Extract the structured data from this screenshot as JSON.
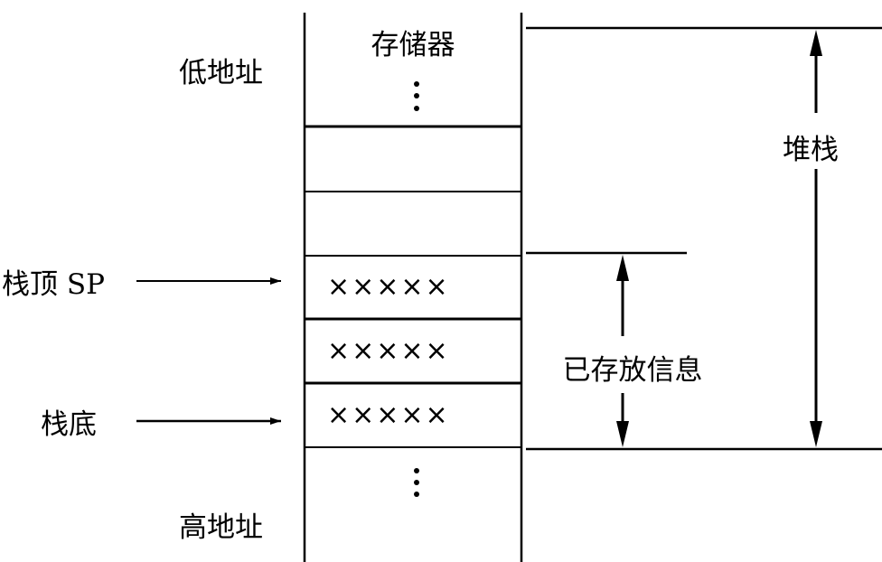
{
  "diagram": {
    "memory_label": "存储器",
    "low_address_label": "低地址",
    "high_address_label": "高地址",
    "stack_label": "堆栈",
    "stored_info_label": "已存放信息",
    "stack_top_label": "栈顶 SP",
    "stack_bottom_label": "栈底",
    "ellipsis": "⋮",
    "cells": [
      {
        "content": ""
      },
      {
        "content": ""
      },
      {
        "content": "×××××"
      },
      {
        "content": "×××××"
      },
      {
        "content": "×××××"
      }
    ],
    "colors": {
      "line": "#000000",
      "background": "#ffffff"
    }
  }
}
